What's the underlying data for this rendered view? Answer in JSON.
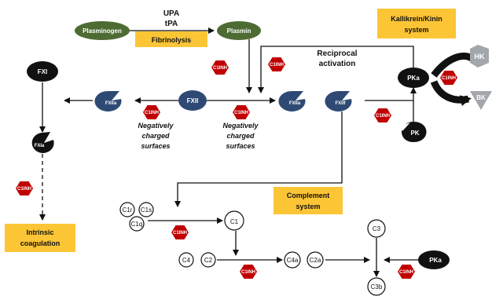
{
  "colors": {
    "green_node": "#4e6b34",
    "blue_node": "#2e4a74",
    "black_node": "#111111",
    "inhibitor": "#c00000",
    "yellow_box": "#fcc535",
    "gray_node": "#a3a7ab"
  },
  "labels": {
    "upa": "UPA",
    "tpa": "tPA",
    "reciprocal": "Reciprocal",
    "activation": "activation",
    "neg_left": [
      "Negatively",
      "charged",
      "surfaces"
    ],
    "neg_mid": [
      "Negatively",
      "charged",
      "surfaces"
    ]
  },
  "boxes": {
    "fibrinolysis": "Fibrinolysis",
    "kallikrein": [
      "Kallikrein/Kinin",
      "system"
    ],
    "complement": [
      "Complement",
      "system"
    ],
    "intrinsic": [
      "Intrinsic",
      "coagulation"
    ]
  },
  "nodes": {
    "plasminogen": "Plasminogen",
    "plasmin": "Plasmin",
    "fxi": "FXI",
    "fxia": "FXIa",
    "fxiia_left": "FXIIa",
    "fxii": "FXII",
    "fxiia_mid": "FXIIa",
    "fxiif": "FXIIf",
    "pka": "PKa",
    "pk": "PK",
    "hk": "HK",
    "bk": "BK",
    "pka_bottom": "PKa"
  },
  "complement_nodes": {
    "c1r": "C1r",
    "c1s": "C1s",
    "c1q": "C1q",
    "c1": "C1",
    "c4": "C4",
    "c2": "C2",
    "c4a": "C4a",
    "c2a": "C2a",
    "c3": "C3",
    "c3b": "C3b"
  },
  "inhibitor_label": "C1INH"
}
